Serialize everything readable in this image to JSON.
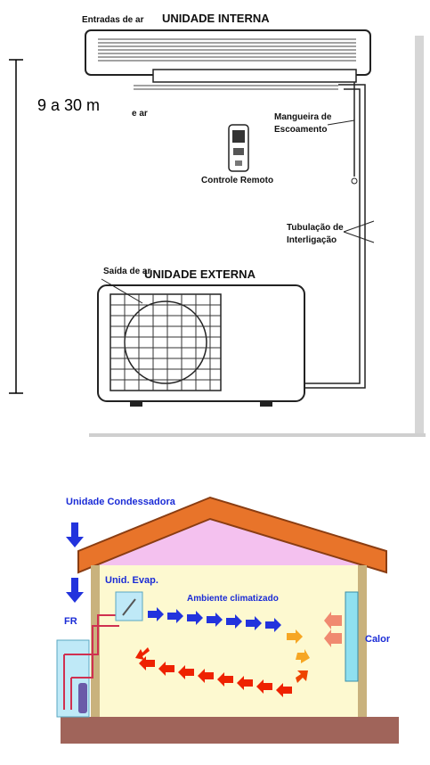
{
  "top": {
    "range": "9 a 30 m",
    "indoor_title": "UNIDADE INTERNA",
    "air_in": "Entradas de ar",
    "air_out": "e ar",
    "drain_1": "Mangueira de",
    "drain_2": "Escoamento",
    "remote": "Controle Remoto",
    "pipe_1": "Tubulação de",
    "pipe_2": "Interligação",
    "outdoor_title": "UNIDADE EXTERNA",
    "outdoor_air": "Saída de ar"
  },
  "bottom": {
    "condenser": "Unidade Condessadora",
    "evap": "Unid. Evap.",
    "room": "Ambiente climatizado",
    "fr": "FR",
    "heat": "Calor"
  },
  "colors": {
    "roof": "#e8742a",
    "attic": "#f4c1ef",
    "room": "#fdf9d0",
    "floor": "#a0645a",
    "arrow_blue": "#2233dd",
    "arrow_red": "#ee2200",
    "label_blue": "#1a2bd6"
  }
}
